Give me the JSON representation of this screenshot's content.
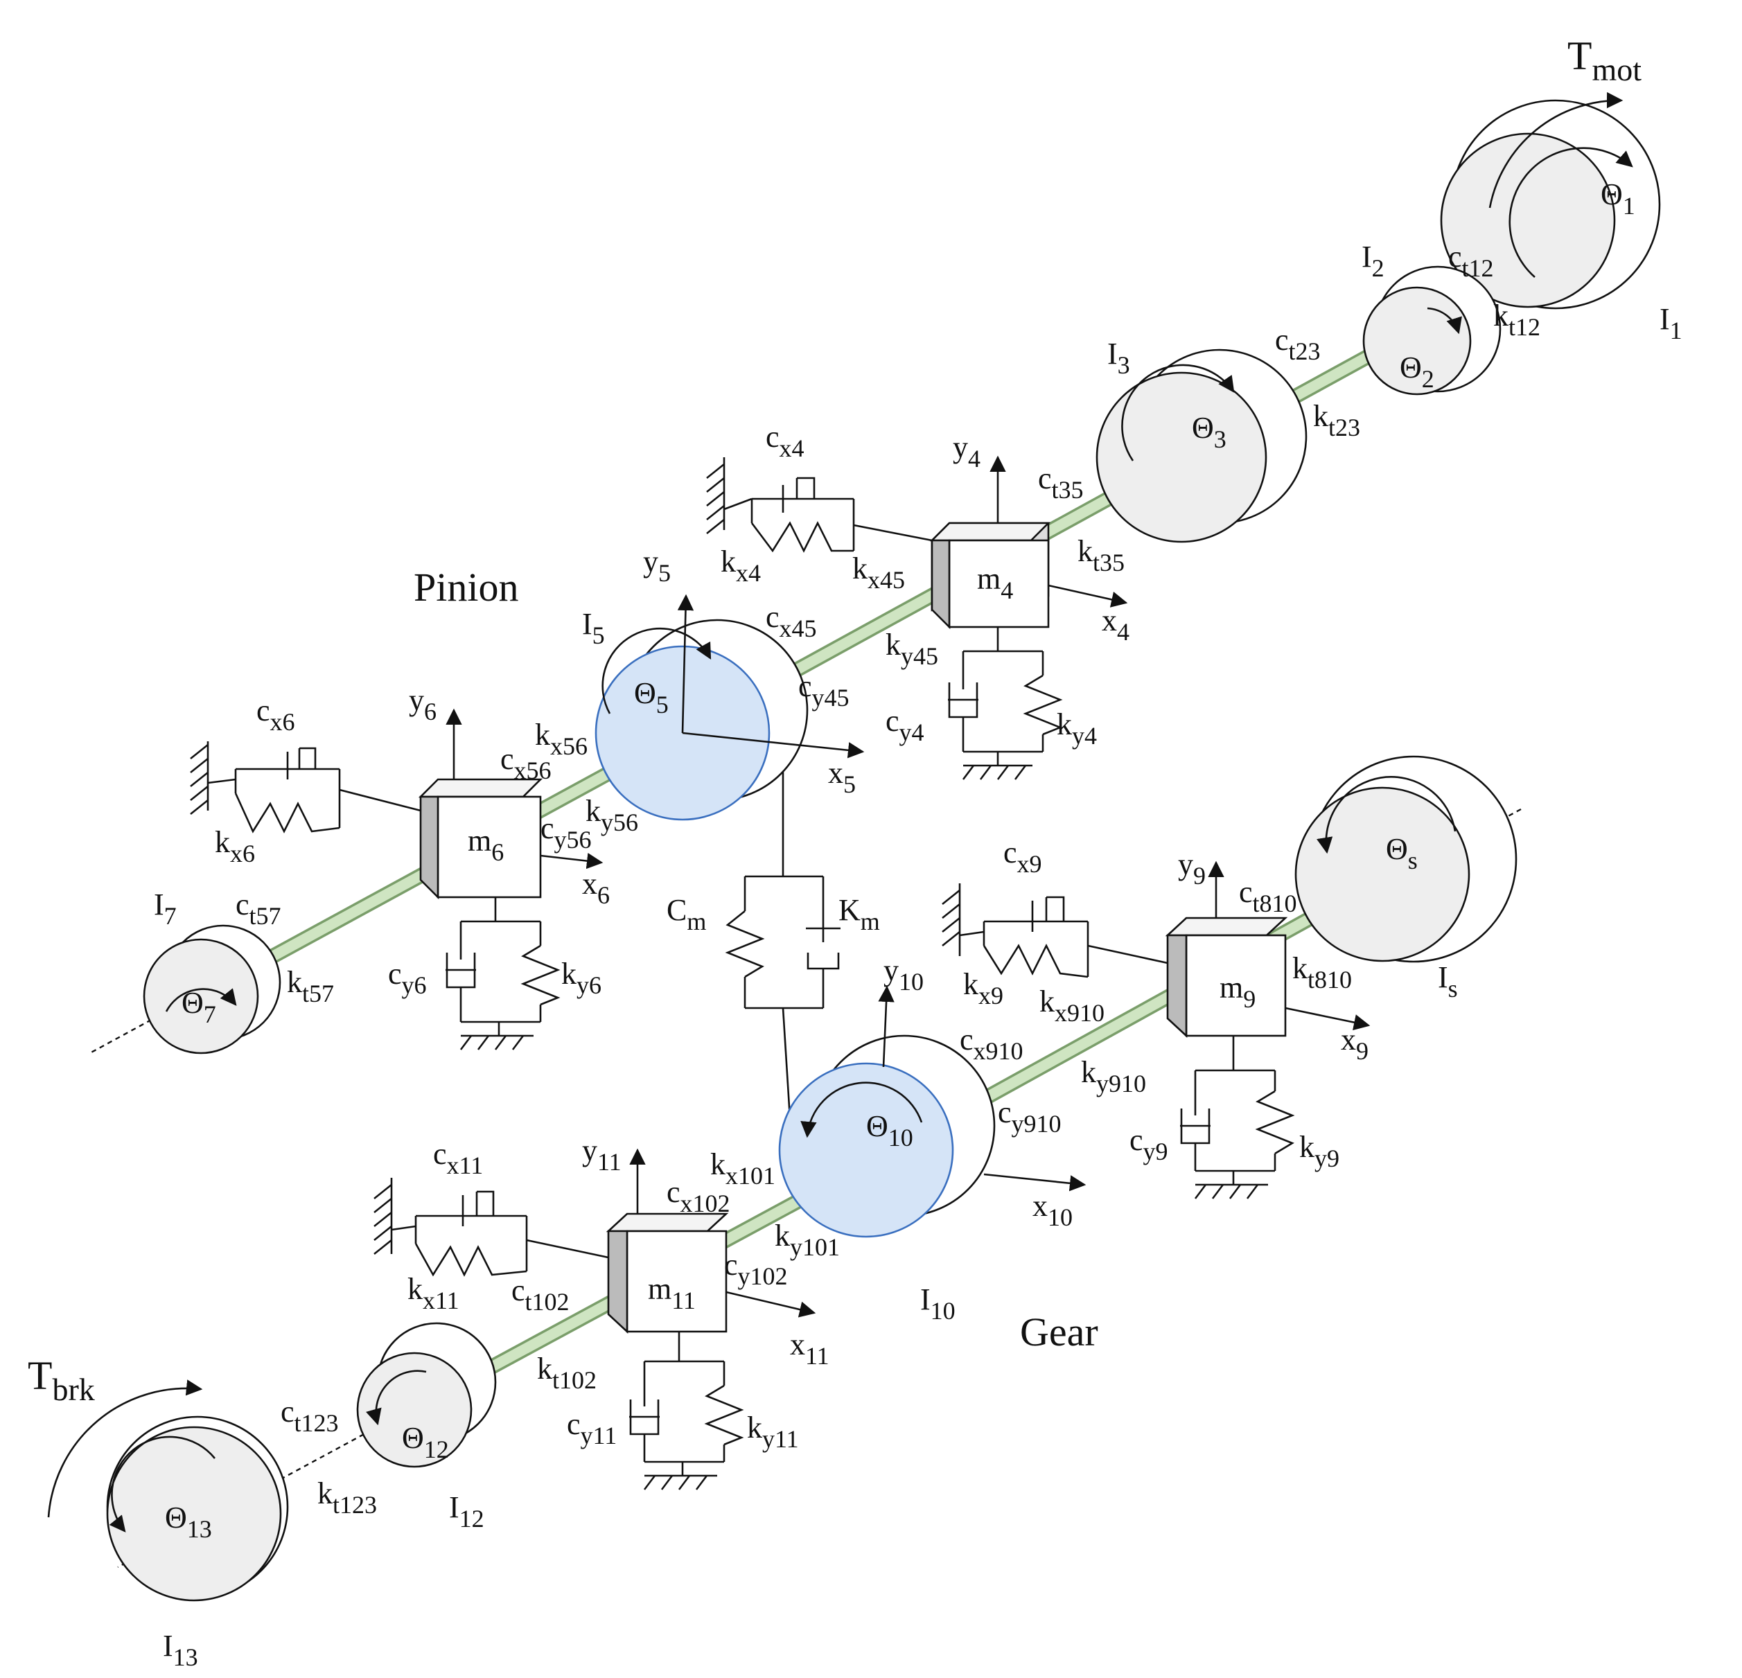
{
  "header": {
    "pinion_label": "Pinion",
    "gear_label": "Gear"
  },
  "torques": {
    "motor": {
      "base": "T",
      "sub": "mot"
    },
    "brake": {
      "base": "T",
      "sub": "brk"
    }
  },
  "labels": [
    {
      "id": "I1",
      "base": "I",
      "sub": "1"
    },
    {
      "id": "I2",
      "base": "I",
      "sub": "2"
    },
    {
      "id": "I3",
      "base": "I",
      "sub": "3"
    },
    {
      "id": "I5",
      "base": "I",
      "sub": "5"
    },
    {
      "id": "I7",
      "base": "I",
      "sub": "7"
    },
    {
      "id": "Is",
      "base": "I",
      "sub": "s"
    },
    {
      "id": "I10",
      "base": "I",
      "sub": "10"
    },
    {
      "id": "I12",
      "base": "I",
      "sub": "12"
    },
    {
      "id": "I13",
      "base": "I",
      "sub": "13"
    },
    {
      "id": "th1",
      "base": "Θ",
      "sub": "1"
    },
    {
      "id": "th2",
      "base": "Θ",
      "sub": "2"
    },
    {
      "id": "th3",
      "base": "Θ",
      "sub": "3"
    },
    {
      "id": "th5",
      "base": "Θ",
      "sub": "5"
    },
    {
      "id": "th7",
      "base": "Θ",
      "sub": "7"
    },
    {
      "id": "ths",
      "base": "Θ",
      "sub": "s"
    },
    {
      "id": "th10",
      "base": "Θ",
      "sub": "10"
    },
    {
      "id": "th12",
      "base": "Θ",
      "sub": "12"
    },
    {
      "id": "th13",
      "base": "Θ",
      "sub": "13"
    },
    {
      "id": "ct12",
      "base": "c",
      "sub": "t12"
    },
    {
      "id": "kt12",
      "base": "k",
      "sub": "t12"
    },
    {
      "id": "ct23",
      "base": "c",
      "sub": "t23"
    },
    {
      "id": "kt23",
      "base": "k",
      "sub": "t23"
    },
    {
      "id": "ct35",
      "base": "c",
      "sub": "t35"
    },
    {
      "id": "kt35",
      "base": "k",
      "sub": "t35"
    },
    {
      "id": "ct57",
      "base": "c",
      "sub": "t57"
    },
    {
      "id": "kt57",
      "base": "k",
      "sub": "t57"
    },
    {
      "id": "ct810",
      "base": "c",
      "sub": "t810"
    },
    {
      "id": "kt810",
      "base": "k",
      "sub": "t810"
    },
    {
      "id": "ct102",
      "base": "c",
      "sub": "t102"
    },
    {
      "id": "kt102",
      "base": "k",
      "sub": "t102"
    },
    {
      "id": "ct123",
      "base": "c",
      "sub": "t123"
    },
    {
      "id": "kt123",
      "base": "k",
      "sub": "t123"
    },
    {
      "id": "m4",
      "base": "m",
      "sub": "4"
    },
    {
      "id": "m6",
      "base": "m",
      "sub": "6"
    },
    {
      "id": "m9",
      "base": "m",
      "sub": "9"
    },
    {
      "id": "m11",
      "base": "m",
      "sub": "11"
    },
    {
      "id": "cx4",
      "base": "c",
      "sub": "x4"
    },
    {
      "id": "kx4",
      "base": "k",
      "sub": "x4"
    },
    {
      "id": "cy4",
      "base": "c",
      "sub": "y4"
    },
    {
      "id": "ky4",
      "base": "k",
      "sub": "y4"
    },
    {
      "id": "cx6",
      "base": "c",
      "sub": "x6"
    },
    {
      "id": "kx6",
      "base": "k",
      "sub": "x6"
    },
    {
      "id": "cy6",
      "base": "c",
      "sub": "y6"
    },
    {
      "id": "ky6",
      "base": "k",
      "sub": "y6"
    },
    {
      "id": "cx9",
      "base": "c",
      "sub": "x9"
    },
    {
      "id": "kx9",
      "base": "k",
      "sub": "x9"
    },
    {
      "id": "cy9",
      "base": "c",
      "sub": "y9"
    },
    {
      "id": "ky9",
      "base": "k",
      "sub": "y9"
    },
    {
      "id": "cx11",
      "base": "c",
      "sub": "x11"
    },
    {
      "id": "kx11",
      "base": "k",
      "sub": "x11"
    },
    {
      "id": "cy11",
      "base": "c",
      "sub": "y11"
    },
    {
      "id": "ky11",
      "base": "k",
      "sub": "y11"
    },
    {
      "id": "kx45",
      "base": "k",
      "sub": "x45"
    },
    {
      "id": "cx45",
      "base": "c",
      "sub": "x45"
    },
    {
      "id": "ky45",
      "base": "k",
      "sub": "y45"
    },
    {
      "id": "cy45",
      "base": "c",
      "sub": "y45"
    },
    {
      "id": "kx56",
      "base": "k",
      "sub": "x56"
    },
    {
      "id": "cx56",
      "base": "c",
      "sub": "x56"
    },
    {
      "id": "ky56",
      "base": "k",
      "sub": "y56"
    },
    {
      "id": "cy56",
      "base": "c",
      "sub": "y56"
    },
    {
      "id": "kx910",
      "base": "k",
      "sub": "x910"
    },
    {
      "id": "cx910",
      "base": "c",
      "sub": "x910"
    },
    {
      "id": "ky910",
      "base": "k",
      "sub": "y910"
    },
    {
      "id": "cy910",
      "base": "c",
      "sub": "y910"
    },
    {
      "id": "kx101",
      "base": "k",
      "sub": "x101"
    },
    {
      "id": "cx102",
      "base": "c",
      "sub": "x102"
    },
    {
      "id": "ky101",
      "base": "k",
      "sub": "y101"
    },
    {
      "id": "cy102",
      "base": "c",
      "sub": "y102"
    },
    {
      "id": "Cm",
      "base": "C",
      "sub": "m"
    },
    {
      "id": "Km",
      "base": "K",
      "sub": "m"
    },
    {
      "id": "x4",
      "base": "x",
      "sub": "4"
    },
    {
      "id": "y4",
      "base": "y",
      "sub": "4"
    },
    {
      "id": "x5",
      "base": "x",
      "sub": "5"
    },
    {
      "id": "y5",
      "base": "y",
      "sub": "5"
    },
    {
      "id": "x6",
      "base": "x",
      "sub": "6"
    },
    {
      "id": "y6",
      "base": "y",
      "sub": "6"
    },
    {
      "id": "x9",
      "base": "x",
      "sub": "9"
    },
    {
      "id": "y9",
      "base": "y",
      "sub": "9"
    },
    {
      "id": "x10",
      "base": "x",
      "sub": "10"
    },
    {
      "id": "y10",
      "base": "y",
      "sub": "10"
    },
    {
      "id": "x11",
      "base": "x",
      "sub": "11"
    },
    {
      "id": "y11",
      "base": "y",
      "sub": "11"
    }
  ],
  "colors": {
    "shaft_fill": "#cfe5c2",
    "shaft_edge": "#7a9e6a",
    "gear_disk": "#d5e4f7",
    "gear_edge": "#3a6fbf",
    "disk_fill": "#eeeeee",
    "ink": "#111111"
  }
}
